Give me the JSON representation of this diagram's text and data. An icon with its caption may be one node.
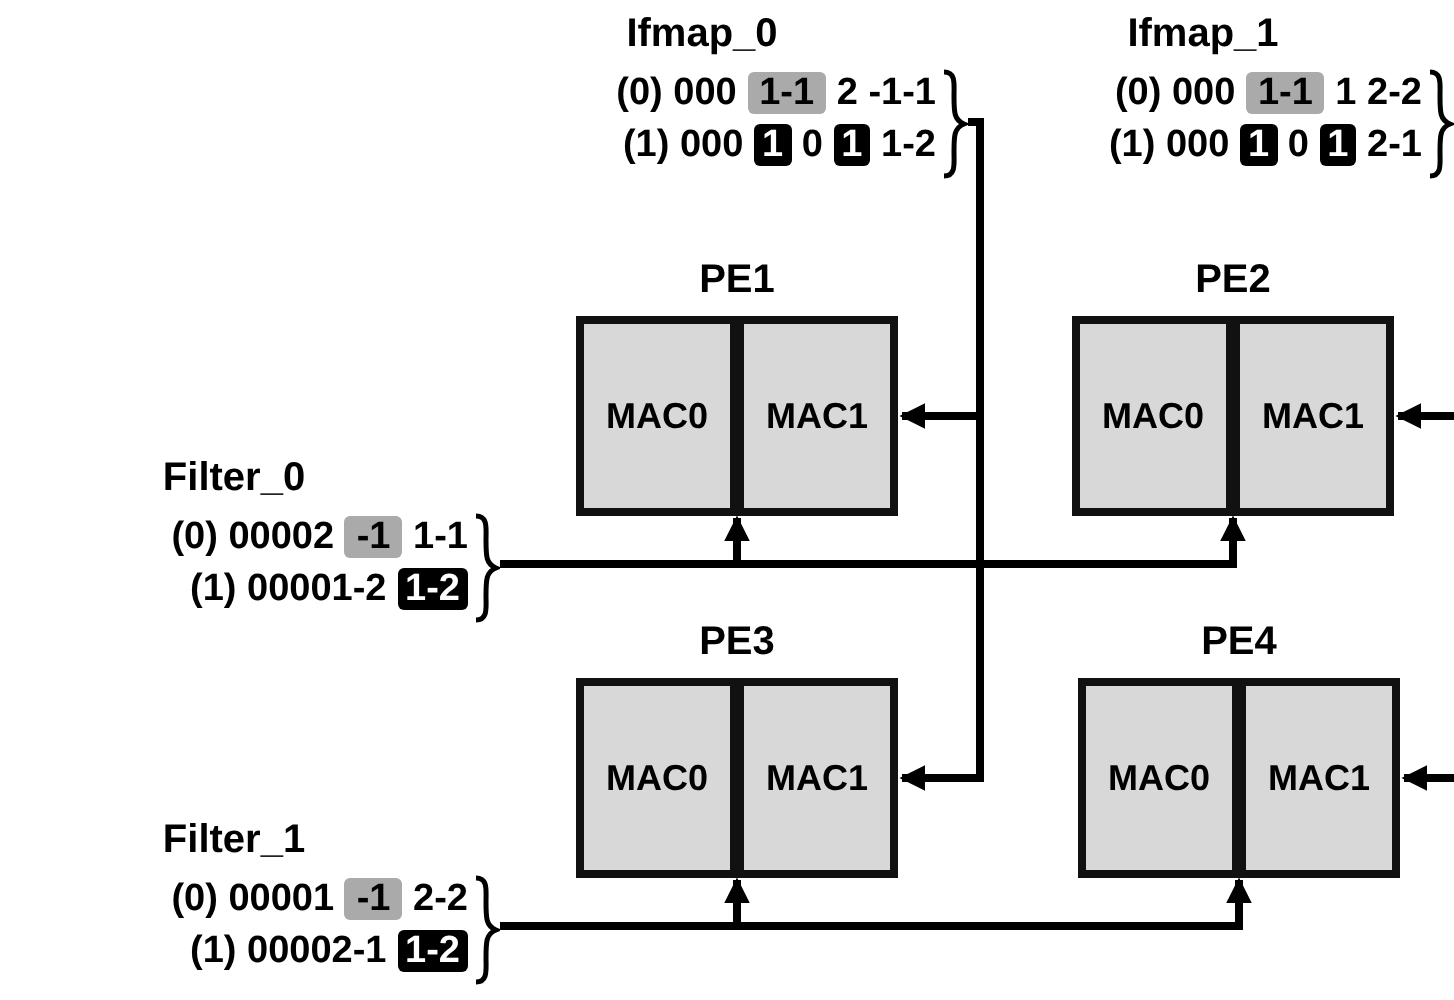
{
  "diagram": {
    "nodes": [
      {
        "text": [
          "Ifmap_0",
          "(0) 000 1-1 2 -1-1",
          "(1) 000 1 0 1 1-2"
        ]
      },
      {
        "text": [
          "Ifmap_1",
          "(0) 000 1-1 1 2-2",
          "(1) 000 1 0 1 2-1"
        ]
      },
      {
        "text": [
          "PE1"
        ]
      },
      {
        "text": [
          "MAC0"
        ],
        "in": 2
      },
      {
        "text": [
          "MAC1"
        ],
        "in": 2
      },
      {
        "text": [
          "PE2"
        ]
      },
      {
        "text": [
          "MAC0"
        ],
        "in": 5
      },
      {
        "text": [
          "MAC1"
        ],
        "in": 5
      },
      {
        "text": [
          "Filter_0",
          "(0) 00002 -1 1-1",
          "(1) 00001-2 1-2"
        ]
      },
      {
        "text": [
          "PE3"
        ]
      },
      {
        "text": [
          "MAC0"
        ],
        "in": 9
      },
      {
        "text": [
          "MAC1"
        ],
        "in": 9
      },
      {
        "text": [
          "PE4"
        ]
      },
      {
        "text": [
          "MAC0"
        ],
        "in": 12
      },
      {
        "text": [
          "MAC1"
        ],
        "in": 12
      },
      {
        "text": [
          "Filter_1",
          "(0) 00001 -1 2-2",
          "(1) 00002-1 1-2"
        ]
      }
    ],
    "edges": [
      {
        "from": 0,
        "to": 4,
        "arrow": "to"
      },
      {
        "from": 0,
        "to": 11,
        "arrow": "to"
      },
      {
        "from": null,
        "to": 7,
        "arrow": "to"
      },
      {
        "from": null,
        "to": 14,
        "arrow": "to"
      },
      {
        "from": 8,
        "to": 2,
        "arrow": "to"
      },
      {
        "from": 8,
        "to": 5,
        "arrow": "to"
      },
      {
        "from": 15,
        "to": 9,
        "arrow": "to"
      },
      {
        "from": 15,
        "to": 12,
        "arrow": "to"
      }
    ]
  }
}
